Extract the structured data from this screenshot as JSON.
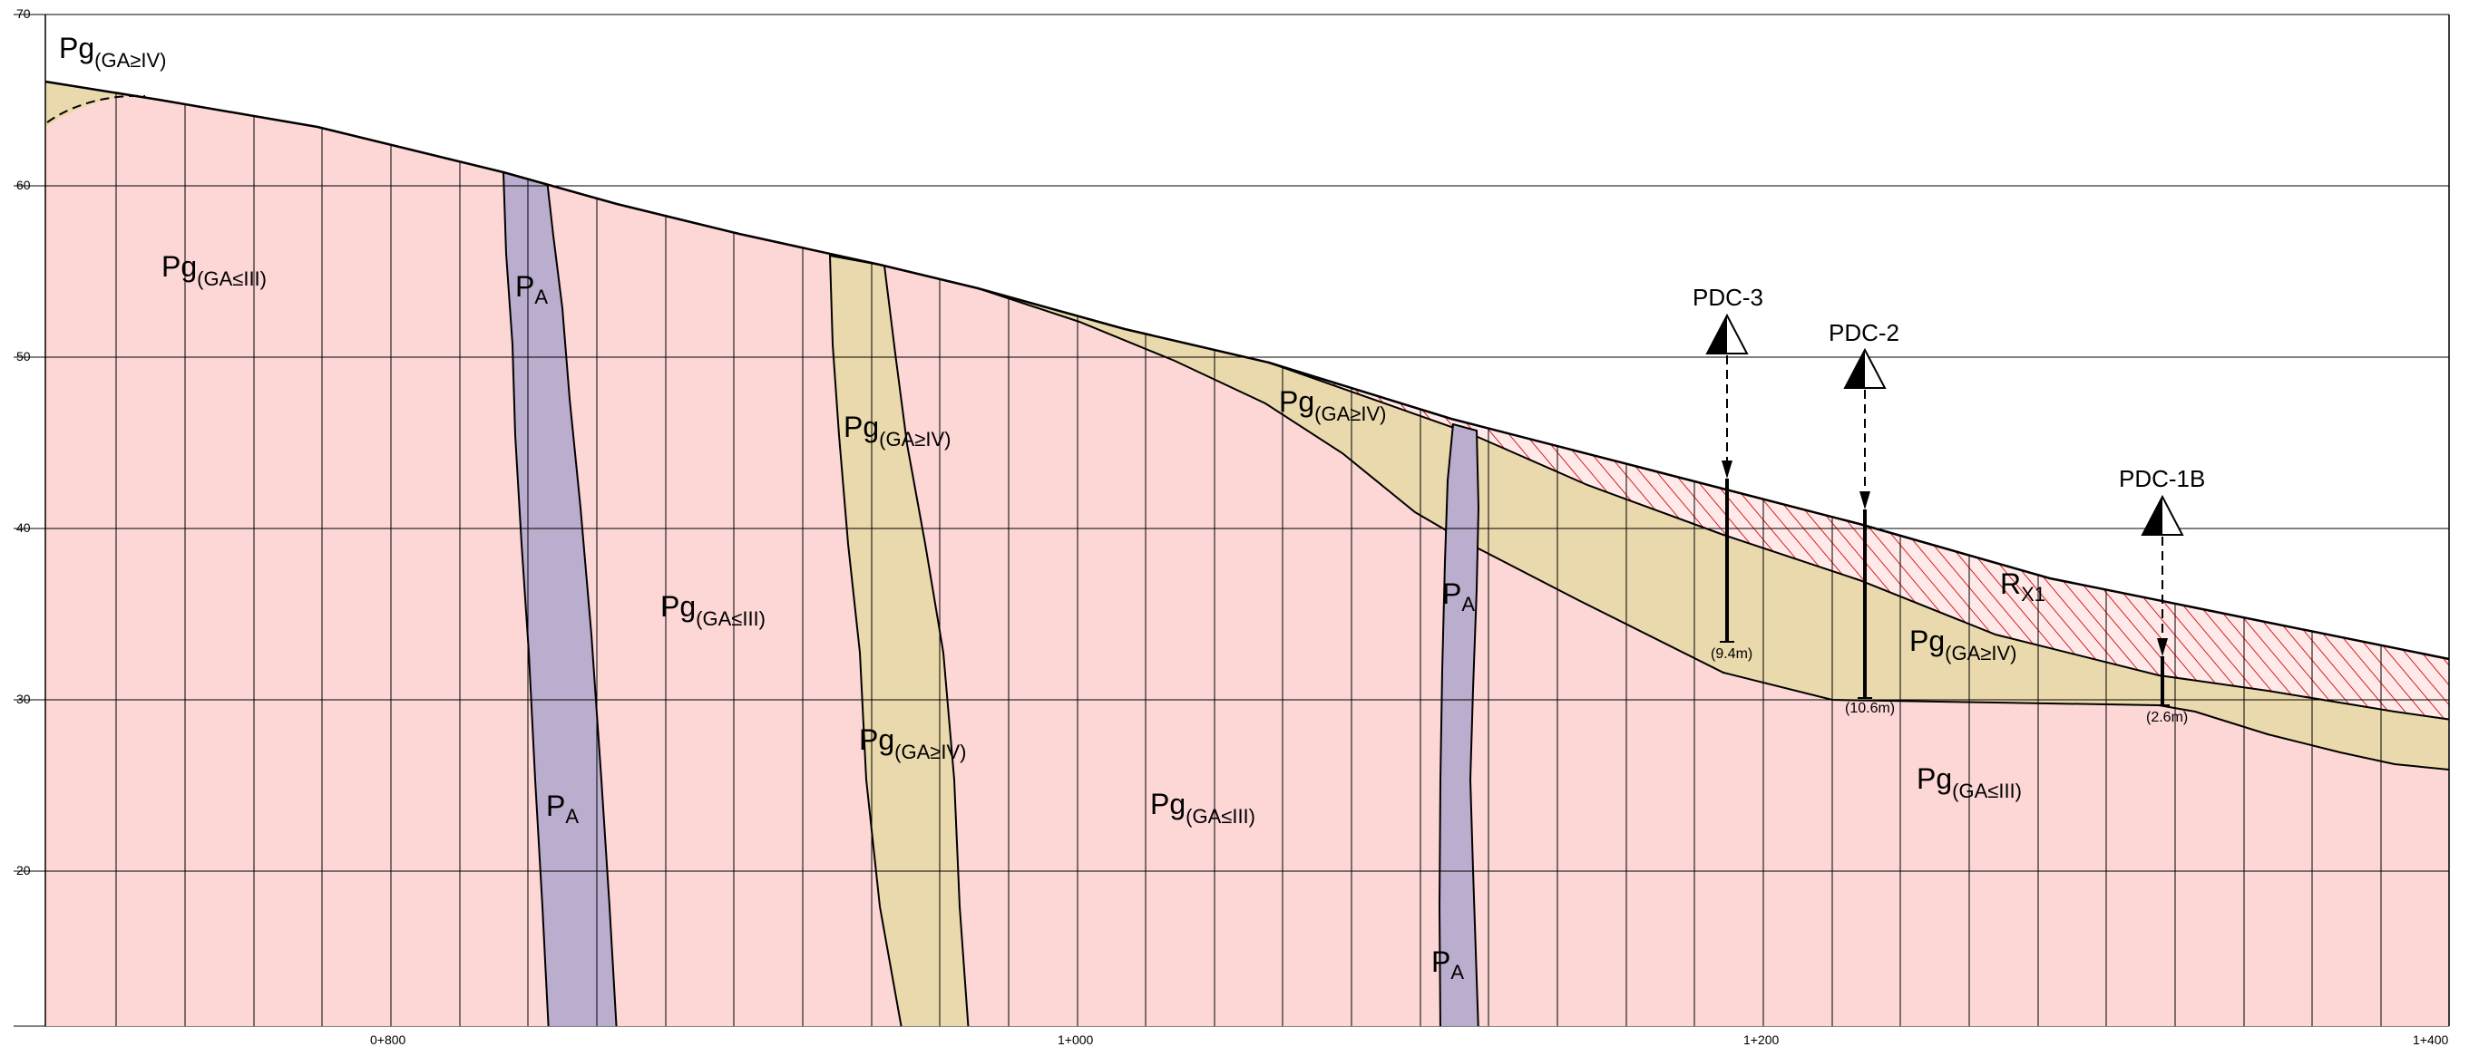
{
  "elevation_ticks": [
    "70",
    "60",
    "50",
    "40",
    "30",
    "20"
  ],
  "chainage_ticks": [
    "0+800",
    "1+000",
    "1+200",
    "1+400"
  ],
  "units": [
    {
      "main": "Pg",
      "sub": "(GA≥IV)"
    },
    {
      "main": "Pg",
      "sub": "(GA≤III)"
    },
    {
      "main": "P",
      "sub": "A"
    },
    {
      "main": "Pg",
      "sub": "(GA≥IV)"
    },
    {
      "main": "Pg",
      "sub": "(GA≤III)"
    },
    {
      "main": "Pg",
      "sub": "(GA≥IV)"
    },
    {
      "main": "P",
      "sub": "A"
    },
    {
      "main": "Pg",
      "sub": "(GA≥IV)"
    },
    {
      "main": "Pg",
      "sub": "(GA≤III)"
    },
    {
      "main": "P",
      "sub": "A"
    },
    {
      "main": "P",
      "sub": "A"
    },
    {
      "main": "R",
      "sub": "X1"
    },
    {
      "main": "Pg",
      "sub": "(GA≥IV)"
    },
    {
      "main": "Pg",
      "sub": "(GA≤III)"
    }
  ],
  "boreholes": [
    {
      "name": "PDC-3",
      "depth": "(9.4m)",
      "fill": "left"
    },
    {
      "name": "PDC-2",
      "depth": "(10.6m)",
      "fill": "left"
    },
    {
      "name": "PDC-1B",
      "depth": "(2.6m)",
      "fill": "left"
    }
  ],
  "colors": {
    "granite_sound": "#fdd6d6",
    "granite_weathered": "#ead9ac",
    "aplite_dyke": "#baadcd",
    "fill_hatch": "#d42020",
    "line": "#000000"
  }
}
